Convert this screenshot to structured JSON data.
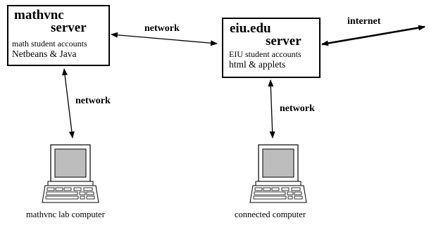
{
  "servers": [
    {
      "title_line1": "mathvnc",
      "title_line2": "server",
      "lines": [
        "math student accounts",
        "Netbeans & Java"
      ]
    },
    {
      "title_line1": "eiu.edu",
      "title_line2": "server",
      "lines": [
        "EIU student accounts",
        "html & applets"
      ]
    }
  ],
  "links": {
    "server_to_server": "network",
    "eiu_to_internet": "internet",
    "mathvnc_to_lab": "network",
    "eiu_to_connected": "network"
  },
  "computers": [
    {
      "caption": "mathvnc lab computer"
    },
    {
      "caption": "connected computer"
    }
  ]
}
